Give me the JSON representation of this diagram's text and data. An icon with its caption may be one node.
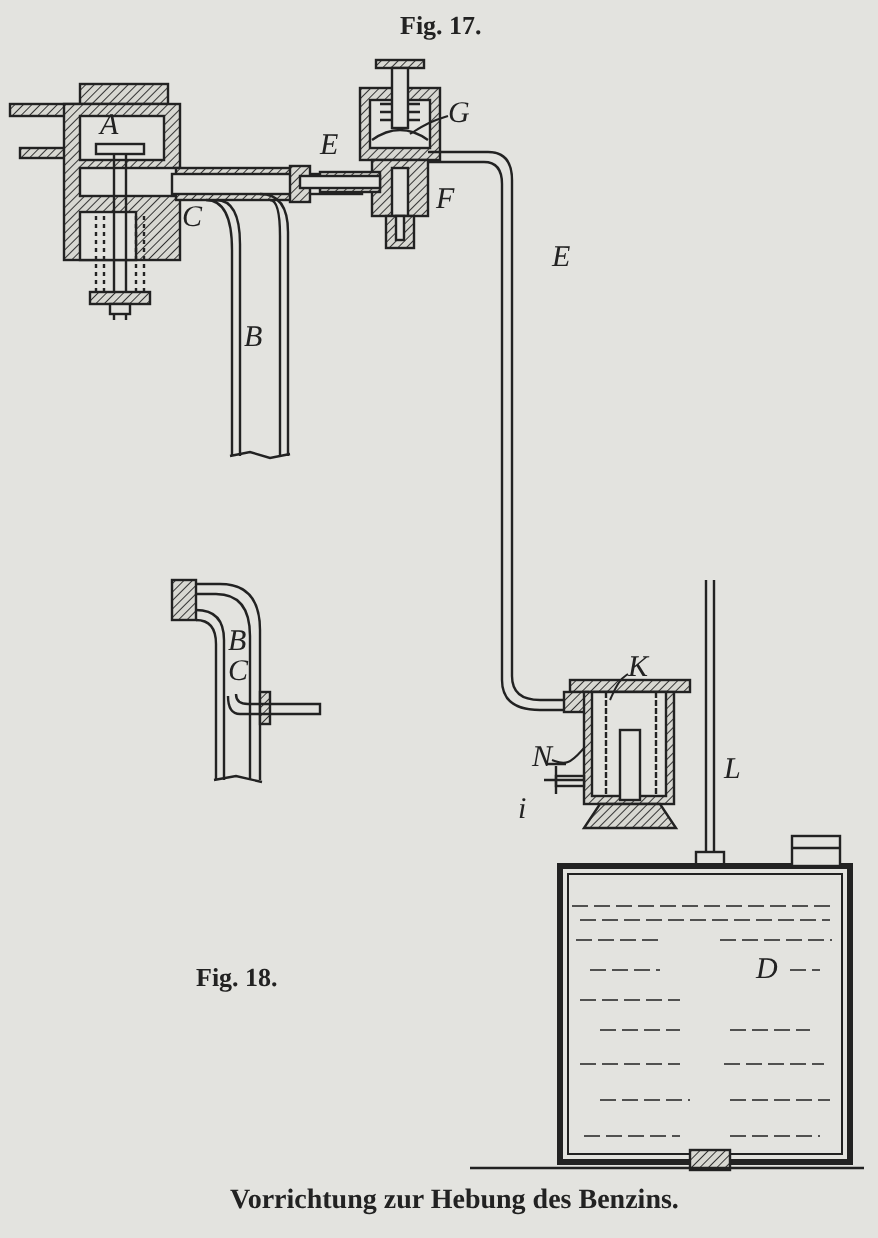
{
  "diagram": {
    "caption": "Vorrichtung zur Hebung des Benzins.",
    "nodes": [
      {
        "text": [
          "G"
        ]
      },
      {
        "text": [
          "K"
        ]
      },
      {
        "text": [
          "N"
        ]
      }
    ],
    "edges": [
      {
        "from": 0,
        "to": null,
        "arrow": "none"
      },
      {
        "from": 1,
        "to": null,
        "arrow": "none"
      },
      {
        "from": 2,
        "to": null,
        "arrow": "none"
      }
    ],
    "labels": [
      "Fig. 17.",
      "A",
      "E",
      "C",
      "F",
      "B",
      "E",
      "i",
      "L",
      "D",
      "B",
      "C",
      "Fig. 18."
    ]
  }
}
